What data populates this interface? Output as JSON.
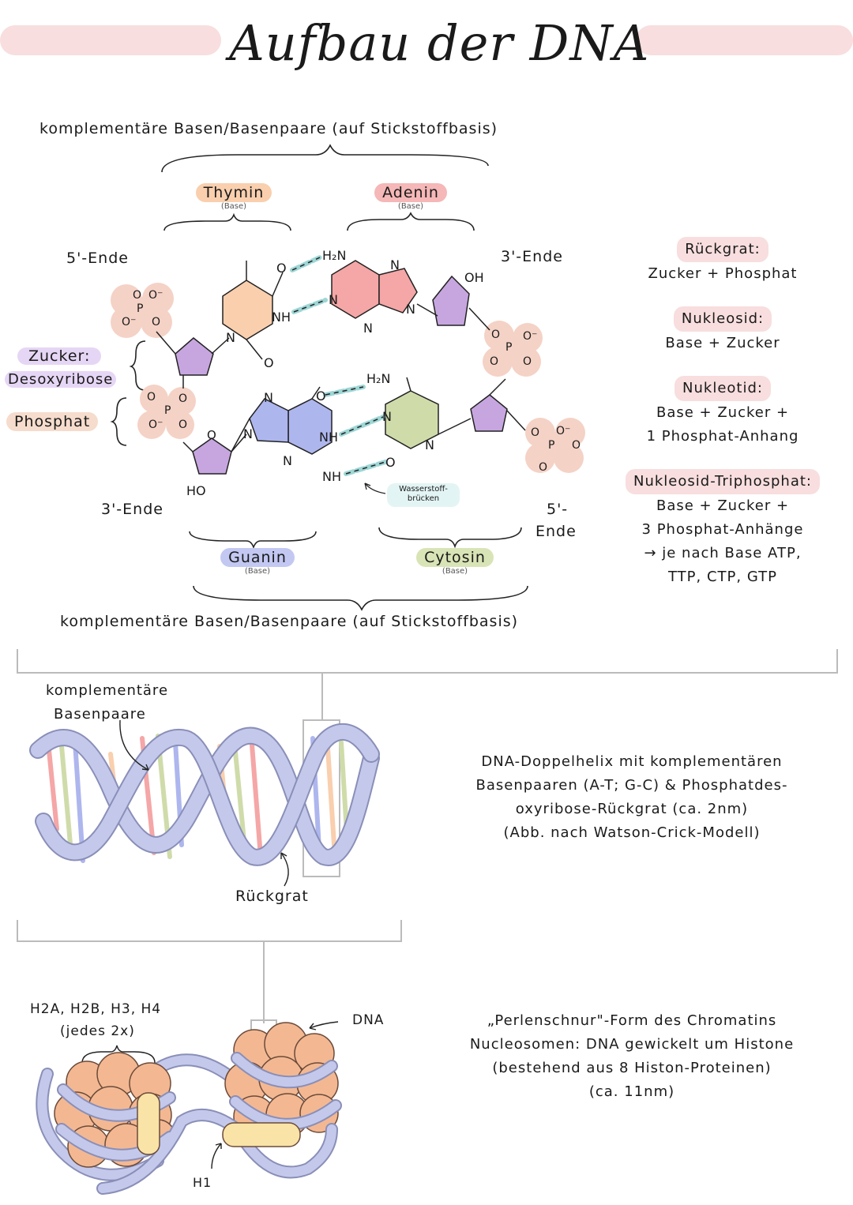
{
  "title": "Aufbau der DNA",
  "labels": {
    "complementary_top": "komplementäre Basen/Basenpaare (auf Stickstoffbasis)",
    "complementary_bottom": "komplementäre Basen/Basenpaare (auf Stickstoffbasis)",
    "thymin": "Thymin",
    "adenin": "Adenin",
    "guanin": "Guanin",
    "cytosin": "Cytosin",
    "base_small": "(Base)",
    "five_end_top": "5'-Ende",
    "three_end_top": "3'-Ende",
    "three_end_bottom": "3'-Ende",
    "five_end_bottom_1": "5'-",
    "five_end_bottom_2": "Ende",
    "zucker_1": "Zucker:",
    "zucker_2": "Desoxyribose",
    "phosphat": "Phosphat",
    "h_bonds_1": "Wasserstoff-",
    "h_bonds_2": "brücken"
  },
  "chem": {
    "O": "O",
    "Ominus": "O⁻",
    "P": "P",
    "N": "N",
    "NH": "NH",
    "H2N": "H₂N",
    "OH": "OH",
    "HO": "HO"
  },
  "sidebar": {
    "rueckgrat_title": "Rückgrat:",
    "rueckgrat_text": "Zucker + Phosphat",
    "nukleosid_title": "Nukleosid:",
    "nukleosid_text": "Base + Zucker",
    "nukleotid_title": "Nukleotid:",
    "nukleotid_text_1": "Base + Zucker +",
    "nukleotid_text_2": "1 Phosphat-Anhang",
    "triphosphat_title": "Nukleosid-Triphosphat:",
    "triphosphat_text_1": "Base + Zucker +",
    "triphosphat_text_2": "3 Phosphat-Anhänge",
    "triphosphat_text_3": "→ je nach Base ATP,",
    "triphosphat_text_4": "TTP, CTP, GTP"
  },
  "helix": {
    "label_pairs_1": "komplementäre",
    "label_pairs_2": "Basenpaare",
    "label_backbone": "Rückgrat",
    "desc_1": "DNA-Doppelhelix mit komplementären",
    "desc_2": "Basenpaaren (A-T; G-C) & Phosphatdes-",
    "desc_3": "oxyribose-Rückgrat (ca. 2nm)",
    "desc_4": "(Abb. nach Watson-Crick-Modell)"
  },
  "chromatin": {
    "histones_1": "H2A, H2B, H3, H4",
    "histones_2": "(jedes 2x)",
    "h1": "H1",
    "dna": "DNA",
    "desc_1": "„Perlenschnur\"-Form des Chromatins",
    "desc_2": "Nucleosomen: DNA gewickelt um Histone",
    "desc_3": "(bestehend aus 8 Histon-Proteinen)",
    "desc_4": "(ca. 11nm)"
  },
  "colors": {
    "highlight": "#f8dede",
    "thymin": "#f9cfae",
    "adenin": "#f5a6a6",
    "guanin": "#aeb6ee",
    "cytosin": "#cfdcaa",
    "sugar": "#c7a6e0",
    "phosphate": "#f5d2c6",
    "zucker_label": "#e6d6f5",
    "phosphat_label": "#f5dccc",
    "hbond": "#9ed6d6",
    "helix_strand": "#c4c9ec",
    "histone": "#f3b892",
    "h1": "#f9e3a6"
  }
}
